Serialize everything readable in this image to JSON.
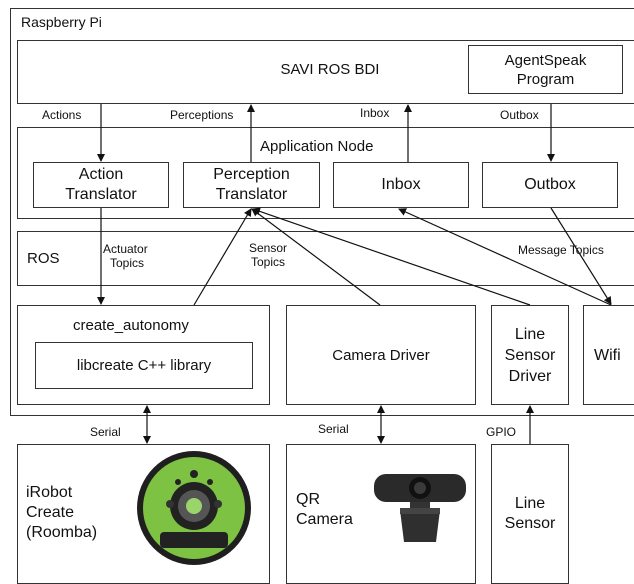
{
  "raspberry_pi": {
    "title": "Raspberry Pi"
  },
  "savi": {
    "title": "SAVI ROS BDI",
    "agentspeak": [
      "AgentSpeak",
      "Program"
    ]
  },
  "links_top": {
    "actions": "Actions",
    "perceptions": "Perceptions",
    "inbox": "Inbox",
    "outbox": "Outbox"
  },
  "app_node": {
    "title": "Application Node",
    "action_translator": [
      "Action",
      "Translator"
    ],
    "perception_translator": [
      "Perception",
      "Translator"
    ],
    "inbox": "Inbox",
    "outbox": "Outbox"
  },
  "ros": {
    "title": "ROS",
    "actuator_topics": [
      "Actuator",
      "Topics"
    ],
    "sensor_topics": [
      "Sensor",
      "Topics"
    ],
    "message_topics": "Message Topics"
  },
  "drivers": {
    "create_autonomy": "create_autonomy",
    "libcreate": "libcreate C++ library",
    "camera_driver": "Camera Driver",
    "line_sensor_driver": [
      "Line",
      "Sensor",
      "Driver"
    ],
    "wifi": "Wifi"
  },
  "links_bottom": {
    "serial_left": "Serial",
    "serial_mid": "Serial",
    "gpio": "GPIO"
  },
  "hardware": {
    "irobot": [
      "iRobot",
      "Create",
      "(Roomba)"
    ],
    "qr_camera": [
      "QR",
      "Camera"
    ],
    "line_sensor": [
      "Line",
      "Sensor"
    ]
  },
  "colors": {
    "roomba_green": "#7dc242",
    "camera_body": "#2a2a2a"
  }
}
